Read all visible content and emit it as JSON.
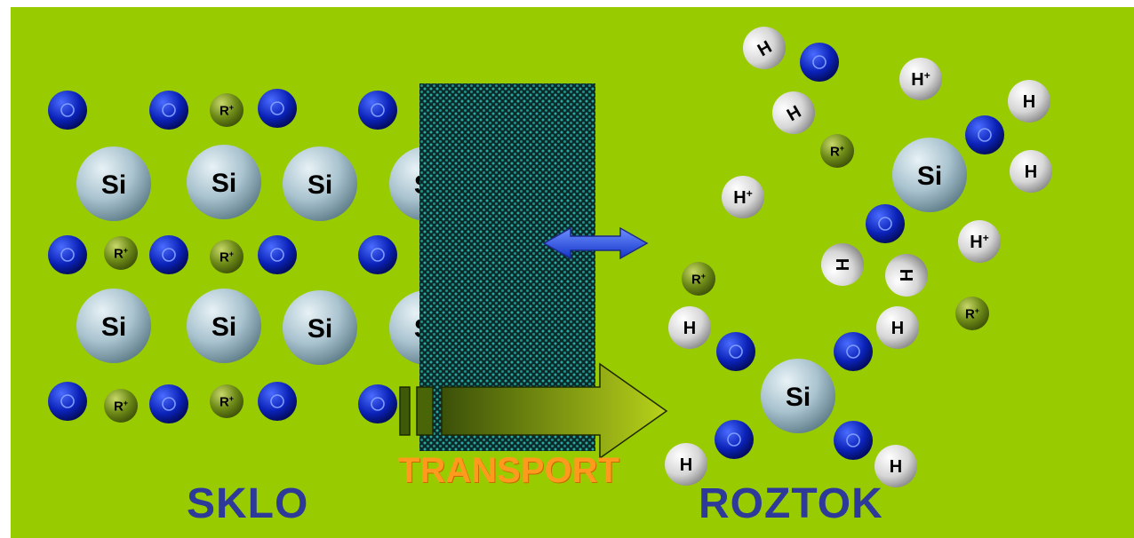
{
  "labels": {
    "left": "SKLO",
    "right": "ROZTOK",
    "middle": "TRANSPORT"
  },
  "atom_text": {
    "si": "Si",
    "o": "O",
    "r": "R+",
    "h": "H",
    "hplus": "H+"
  },
  "colors": {
    "background": "#99cc00",
    "caption": "#2e3a9a",
    "transport": "#ff9a1e",
    "oxygen": "#0a1fb0",
    "silicon": "#9fbcc8",
    "cation": "#6f8f1a",
    "hydrogen": "#e8e8e8",
    "membrane": "#0e3b3b",
    "arrow_double": "#2255ee"
  }
}
